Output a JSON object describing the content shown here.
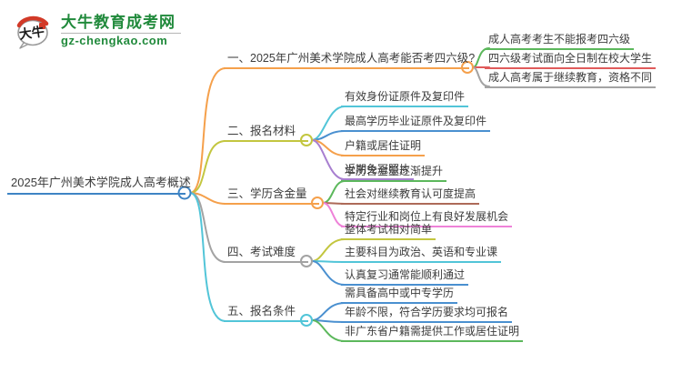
{
  "logo": {
    "icon_text": "大牛",
    "title": "大牛教育成考网",
    "domain": "gz-chengkao.com",
    "green": "#218a3c",
    "red": "#d23a28"
  },
  "mindmap": {
    "root": {
      "label": "2025年广州美术学院成人高考概述",
      "color": "#3e84c4"
    },
    "branches": [
      {
        "label": "一、2025年广州美术学院成人高考能否考四六级?",
        "color": "#f5a04b",
        "children": [
          {
            "label": "成人高考考生不能报考四六级",
            "color": "#5cb85c"
          },
          {
            "label": "四六级考试面向全日制在校大学生",
            "color": "#e05b5b"
          },
          {
            "label": "成人高考属于继续教育，资格不同",
            "color": "#a3a3a3"
          }
        ]
      },
      {
        "label": "二、报名材料",
        "color": "#c3c63f",
        "children": [
          {
            "label": "有效身份证原件及复印件",
            "color": "#52c5d8"
          },
          {
            "label": "最高学历毕业证原件及复印件",
            "color": "#4a90d0"
          },
          {
            "label": "户籍或居住证明",
            "color": "#f5a04b"
          },
          {
            "label": "近期免冠照片",
            "color": "#a87fd0"
          }
        ]
      },
      {
        "label": "三、学历含金量",
        "color": "#f5a04b",
        "children": [
          {
            "label": "学历含金量逐渐提升",
            "color": "#5cb85c"
          },
          {
            "label": "社会对继续教育认可度提高",
            "color": "#ad6a58"
          },
          {
            "label": "特定行业和岗位上有良好发展机会",
            "color": "#ee82d8"
          }
        ]
      },
      {
        "label": "四、考试难度",
        "color": "#a3a3a3",
        "children": [
          {
            "label": "整体考试相对简单",
            "color": "#c3c63f"
          },
          {
            "label": "主要科目为政治、英语和专业课",
            "color": "#52c5d8"
          },
          {
            "label": "认真复习通常能顺利通过",
            "color": "#4a90d0"
          }
        ]
      },
      {
        "label": "五、报名条件",
        "color": "#52c5d8",
        "children": [
          {
            "label": "需具备高中或中专学历",
            "color": "#4a90d0"
          },
          {
            "label": "年龄不限，符合学历要求均可报名",
            "color": "#4a90d0"
          },
          {
            "label": "非广东省户籍需提供工作或居住证明",
            "color": "#5cb85c"
          }
        ]
      }
    ]
  }
}
